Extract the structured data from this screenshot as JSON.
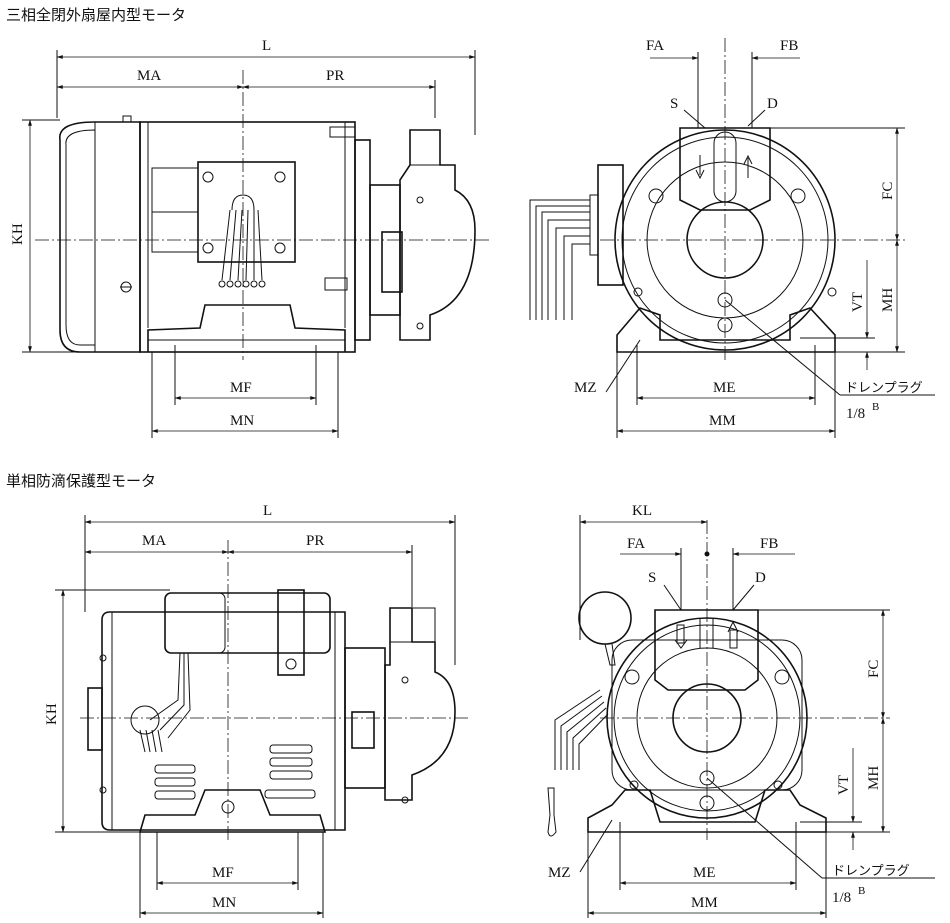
{
  "titles": {
    "three_phase": "三相全閉外扇屋内型モータ",
    "single_phase": "単相防滴保護型モータ"
  },
  "top_side": {
    "L": "L",
    "MA": "MA",
    "PR": "PR",
    "KH": "KH",
    "MF": "MF",
    "MN": "MN"
  },
  "top_front": {
    "FA": "FA",
    "FB": "FB",
    "S": "S",
    "D": "D",
    "FC": "FC",
    "MH": "MH",
    "VT": "VT",
    "MZ": "MZ",
    "ME": "ME",
    "MM": "MM",
    "drain": "ドレンプラグ",
    "drain_size": "1/8",
    "drain_size_sup": "B"
  },
  "bottom_side": {
    "L": "L",
    "MA": "MA",
    "PR": "PR",
    "KH": "KH",
    "MF": "MF",
    "MN": "MN"
  },
  "bottom_front": {
    "KL": "KL",
    "FA": "FA",
    "FB": "FB",
    "S": "S",
    "D": "D",
    "FC": "FC",
    "MH": "MH",
    "VT": "VT",
    "MZ": "MZ",
    "ME": "ME",
    "MM": "MM",
    "drain": "ドレンプラグ",
    "drain_size": "1/8",
    "drain_size_sup": "B"
  }
}
